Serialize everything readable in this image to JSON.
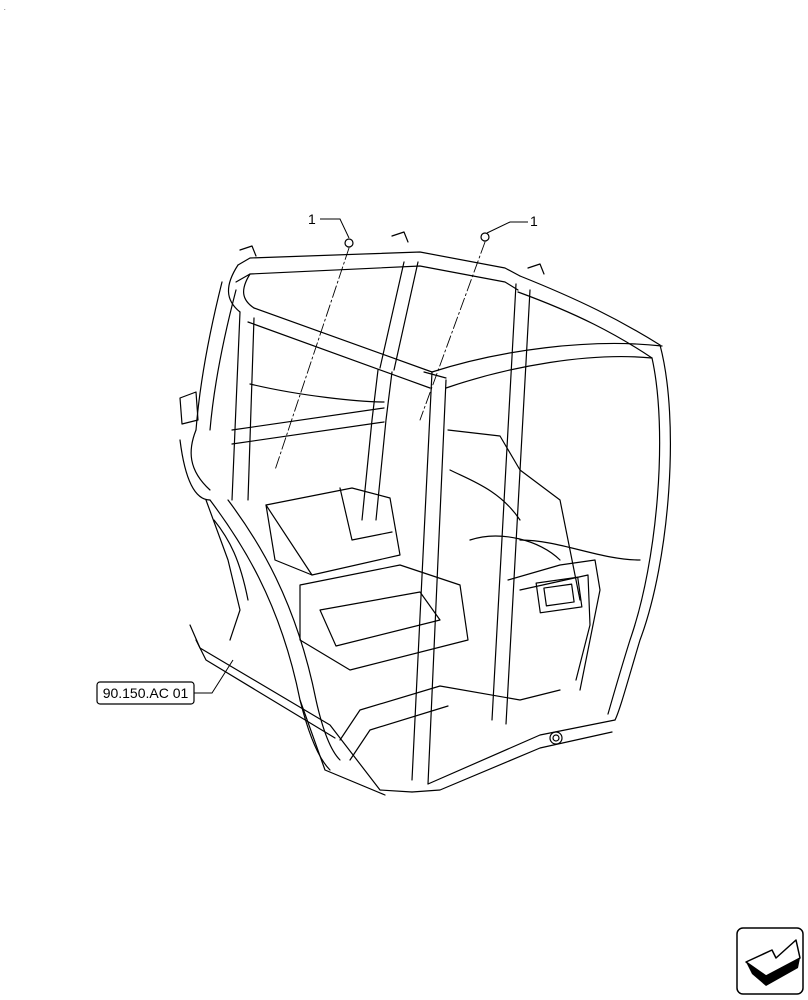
{
  "corner_mark": ".",
  "callouts": {
    "item_left": "1",
    "item_right": "1",
    "reference": "90.150.AC 01"
  },
  "icons": {
    "cab_frame": "cab-frame-illustration",
    "nav": "next-page-arrow-icon"
  }
}
